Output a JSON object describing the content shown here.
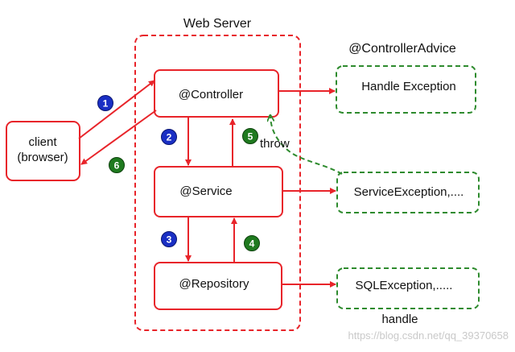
{
  "title": "Web Server",
  "client": {
    "line1": "client",
    "line2": "(browser)"
  },
  "layers": {
    "controller": "@Controller",
    "service": "@Service",
    "repository": "@Repository"
  },
  "advice": {
    "title": "@ControllerAdvice",
    "handle_exception": "Handle Exception",
    "service_exception": "ServiceException,....",
    "sql_exception": "SQLException,.....",
    "handle_label": "handle"
  },
  "throw_label": "throw",
  "steps": [
    "1",
    "2",
    "3",
    "4",
    "5",
    "6"
  ],
  "colors": {
    "flow_red": "#e8242a",
    "dashed_green": "#2e8b2e",
    "badge_blue": "#1a2fc4",
    "badge_green": "#1f7a1f"
  },
  "watermark": "https://blog.csdn.net/qq_39370658"
}
